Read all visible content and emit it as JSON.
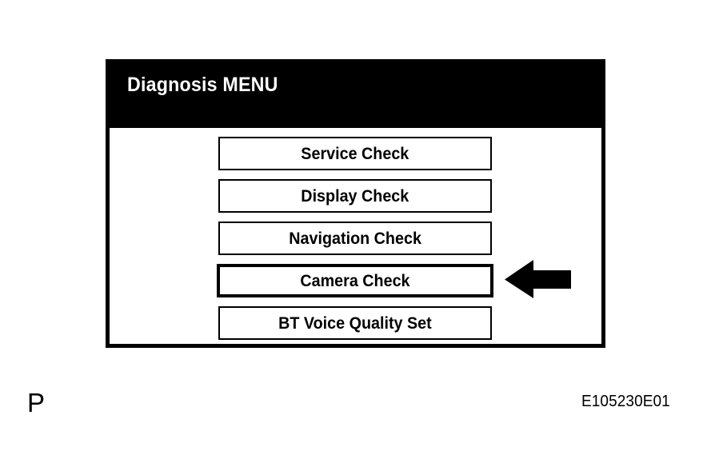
{
  "screen": {
    "title": "Diagnosis MENU",
    "header_color": "#000000",
    "header_text_color": "#ffffff",
    "body_color": "#ffffff",
    "border_color": "#000000",
    "menu_items": [
      {
        "label": "Service Check",
        "selected": false
      },
      {
        "label": "Display Check",
        "selected": false
      },
      {
        "label": "Navigation Check",
        "selected": false
      },
      {
        "label": "Camera Check",
        "selected": true
      },
      {
        "label": "BT Voice Quality Set",
        "selected": false
      }
    ]
  },
  "annotations": {
    "pointer_icon": "left-arrow-icon",
    "pointer_target": "Camera Check",
    "figure_marker": "P",
    "figure_code": "E105230E01"
  }
}
